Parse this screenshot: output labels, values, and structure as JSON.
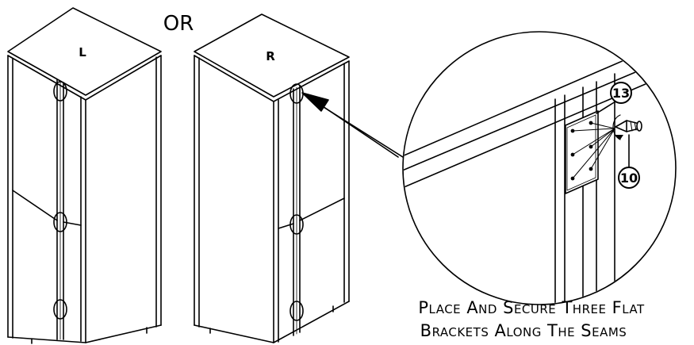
{
  "labels": {
    "cabinet_left": "L",
    "cabinet_right": "R",
    "or_text": "OR",
    "callout_bracket": "13",
    "callout_screw": "10"
  },
  "caption": {
    "line1": "Place And Secure Three Flat",
    "line2": "Brackets Along The Seams"
  },
  "colors": {
    "ink": "#000000",
    "paper": "#ffffff"
  }
}
